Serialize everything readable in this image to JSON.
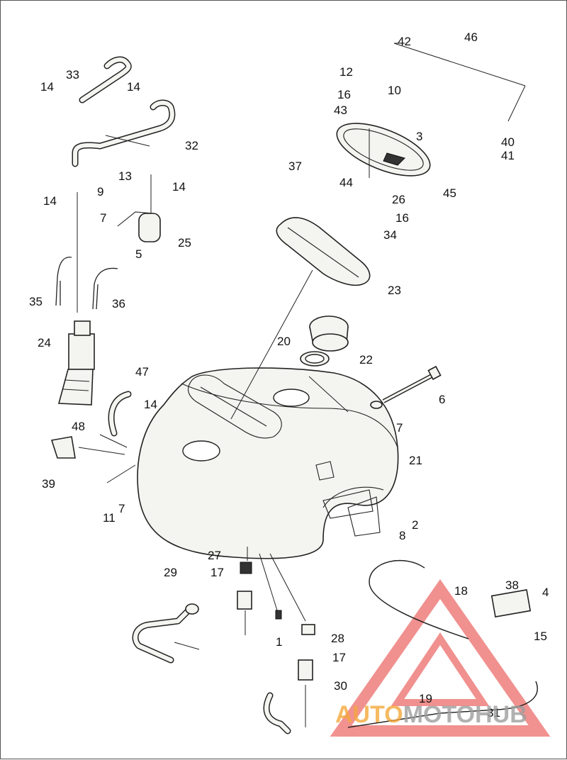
{
  "diagram": {
    "callouts": {
      "c1": "1",
      "c2": "2",
      "c3": "3",
      "c4": "4",
      "c5": "5",
      "c6": "6",
      "c7a": "7",
      "c7b": "7",
      "c7c": "7",
      "c8": "8",
      "c9": "9",
      "c10": "10",
      "c11": "11",
      "c12": "12",
      "c13": "13",
      "c14a": "14",
      "c14b": "14",
      "c14c": "14",
      "c14d": "14",
      "c14e": "14",
      "c15": "15",
      "c16a": "16",
      "c16b": "16",
      "c17a": "17",
      "c17b": "17",
      "c18": "18",
      "c19": "19",
      "c20": "20",
      "c21": "21",
      "c22": "22",
      "c23": "23",
      "c24": "24",
      "c25": "25",
      "c26": "26",
      "c27": "27",
      "c28": "28",
      "c29": "29",
      "c30": "30",
      "c31": "31",
      "c32": "32",
      "c33": "33",
      "c34": "34",
      "c35": "35",
      "c36": "36",
      "c37": "37",
      "c38": "38",
      "c39": "39",
      "c40": "40",
      "c41": "41",
      "c42": "42",
      "c43": "43",
      "c44": "44",
      "c45": "45",
      "c46": "46",
      "c47": "47",
      "c48": "48"
    }
  },
  "watermark": {
    "part1": "AUTO",
    "part2": "MOTO",
    "part3": "HUB",
    "color_orange": "#f4a83a",
    "color_red": "#e53935",
    "color_gray": "#9e9e9e"
  }
}
